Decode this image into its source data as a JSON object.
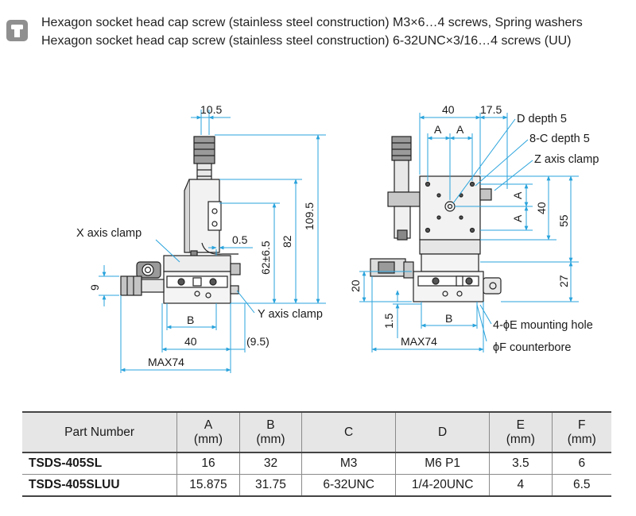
{
  "header": {
    "line1": "Hexagon socket head cap screw (stainless steel construction) M3×6…4 screws, Spring washers",
    "line2": "Hexagon socket head cap screw (stainless steel construction) 6-32UNC×3/16…4 screws (UU)"
  },
  "diagram": {
    "left_view": {
      "dim_top": "10.5",
      "dim_height_total": "109.5",
      "dim_82": "82",
      "dim_62": "62±6.5",
      "dim_05": "0.5",
      "dim_9": "9",
      "dim_b": "B",
      "dim_40": "40",
      "dim_95": "(9.5)",
      "dim_max": "MAX74",
      "label_x_clamp": "X axis clamp",
      "label_y_clamp": "Y axis clamp"
    },
    "right_view": {
      "dim_40_top": "40",
      "dim_175": "17.5",
      "dim_a1": "A",
      "dim_a2": "A",
      "dim_a3": "A",
      "dim_a4": "A",
      "dim_40_side": "40",
      "dim_55": "55",
      "dim_27": "27",
      "dim_20": "20",
      "dim_15": "1.5",
      "dim_b": "B",
      "dim_max": "MAX74",
      "label_d": "D depth 5",
      "label_c": "8-C depth 5",
      "label_z_clamp": "Z axis clamp",
      "label_e": "4-ϕE mounting hole",
      "label_f": "ϕF counterbore"
    }
  },
  "table": {
    "headers": [
      {
        "l1": "Part Number",
        "l2": ""
      },
      {
        "l1": "A",
        "l2": "(mm)"
      },
      {
        "l1": "B",
        "l2": "(mm)"
      },
      {
        "l1": "C",
        "l2": ""
      },
      {
        "l1": "D",
        "l2": ""
      },
      {
        "l1": "E",
        "l2": "(mm)"
      },
      {
        "l1": "F",
        "l2": "(mm)"
      }
    ],
    "rows": [
      [
        "TSDS-405SL",
        "16",
        "32",
        "M3",
        "M6 P1",
        "3.5",
        "6"
      ],
      [
        "TSDS-405SLUU",
        "15.875",
        "31.75",
        "6-32UNC",
        "1/4-20UNC",
        "4",
        "6.5"
      ]
    ]
  },
  "colors": {
    "dimension_line": "#29a3dc",
    "part_outline": "#222222",
    "table_header_bg": "#e6e6e6",
    "icon_bg": "#8f8f8f"
  }
}
